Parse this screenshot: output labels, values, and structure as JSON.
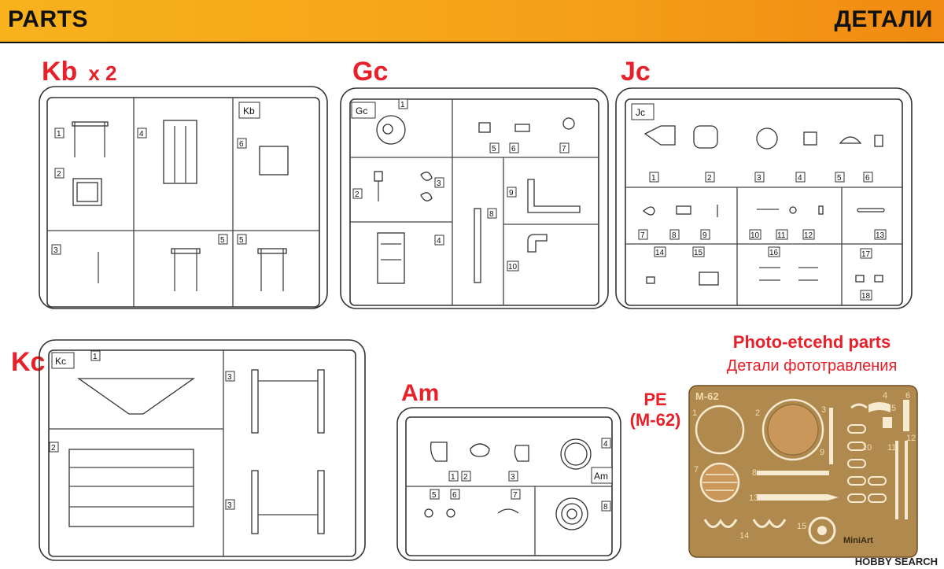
{
  "header": {
    "left": "PARTS",
    "right": "ДЕТАЛИ"
  },
  "kb": {
    "title": "Kb",
    "multiplier": "x 2",
    "tag": "Kb",
    "nums": [
      "1",
      "2",
      "3",
      "4",
      "5",
      "5",
      "6"
    ]
  },
  "gc": {
    "title": "Gc",
    "tag": "Gc",
    "nums": [
      "1",
      "2",
      "3",
      "4",
      "5",
      "6",
      "7",
      "8",
      "9",
      "10"
    ]
  },
  "jc": {
    "title": "Jc",
    "tag": "Jc",
    "nums": [
      "1",
      "2",
      "3",
      "4",
      "5",
      "6",
      "7",
      "8",
      "9",
      "10",
      "11",
      "12",
      "13",
      "14",
      "15",
      "16",
      "17",
      "18"
    ]
  },
  "kc": {
    "title": "Kc",
    "tag": "Kc",
    "nums": [
      "1",
      "2",
      "3",
      "3"
    ]
  },
  "am": {
    "title": "Am",
    "tag": "Am",
    "nums": [
      "1",
      "2",
      "3",
      "4",
      "5",
      "6",
      "7",
      "8"
    ]
  },
  "pe": {
    "title_en": "Photo-etcehd parts",
    "title_ru": "Детали фототравления",
    "label_top": "PE",
    "label_bottom": "(M-62)",
    "plate_code": "M-62",
    "brand": "MiniArt",
    "nums": [
      "1",
      "2",
      "3",
      "4",
      "5",
      "6",
      "7",
      "8",
      "9",
      "10",
      "11",
      "12",
      "13",
      "14",
      "15"
    ]
  },
  "watermark": "HOBBY SEARCH",
  "colors": {
    "header": "#f5a118",
    "title_red": "#e8202a",
    "pe_plate": "#b0894f",
    "pe_disc": "#c9975a"
  }
}
